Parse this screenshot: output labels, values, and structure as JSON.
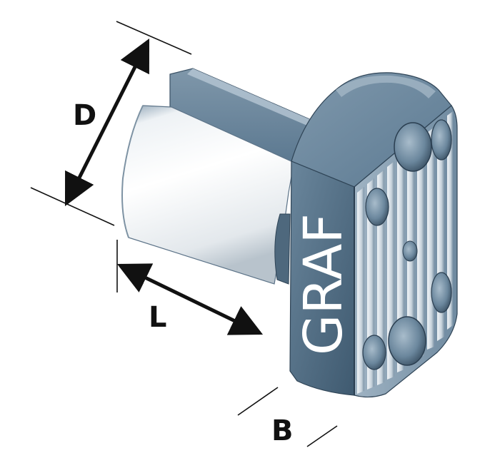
{
  "dimensions": {
    "diameter_label": "D",
    "length_label": "L",
    "width_label": "B"
  },
  "part": {
    "brand_text": "GRAF",
    "colors": {
      "body_light": "#f4f6f8",
      "body_shade": "#cfd6dd",
      "head_top": "#6f8ba1",
      "head_side": "#4e6b82",
      "head_face": "#8aa1b4",
      "rib_light": "#dde5ec",
      "rib_dark": "#3d5568",
      "outline": "#1e2d3a"
    }
  }
}
